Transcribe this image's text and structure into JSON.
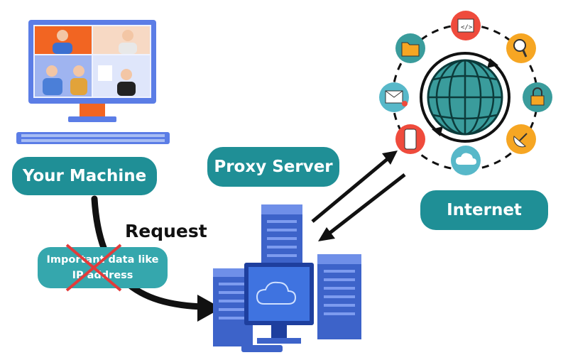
{
  "labels": {
    "your_machine": "Your Machine",
    "proxy_server": "Proxy Server",
    "internet": "Internet",
    "request": "Request",
    "data_line1": "Important data like",
    "data_line2": "IP address"
  },
  "colors": {
    "teal": "#1f8f96",
    "teal_light": "#35a7ad",
    "globe": "#3a9c9c",
    "monitor": "#5b7de6",
    "server": "#3d63c9",
    "cross": "#e23b3b",
    "arrow": "#111111"
  },
  "icons": {
    "computer": "desktop-computer-video-call-icon",
    "servers": "server-rack-cloud-monitor-icon",
    "globe": "globe-internet-icon",
    "ring_icons": [
      "code-browser-icon",
      "search-icon",
      "lock-icon",
      "satellite-dish-icon",
      "cloud-icon",
      "smartphone-icon",
      "email-icon",
      "folder-icon"
    ]
  }
}
